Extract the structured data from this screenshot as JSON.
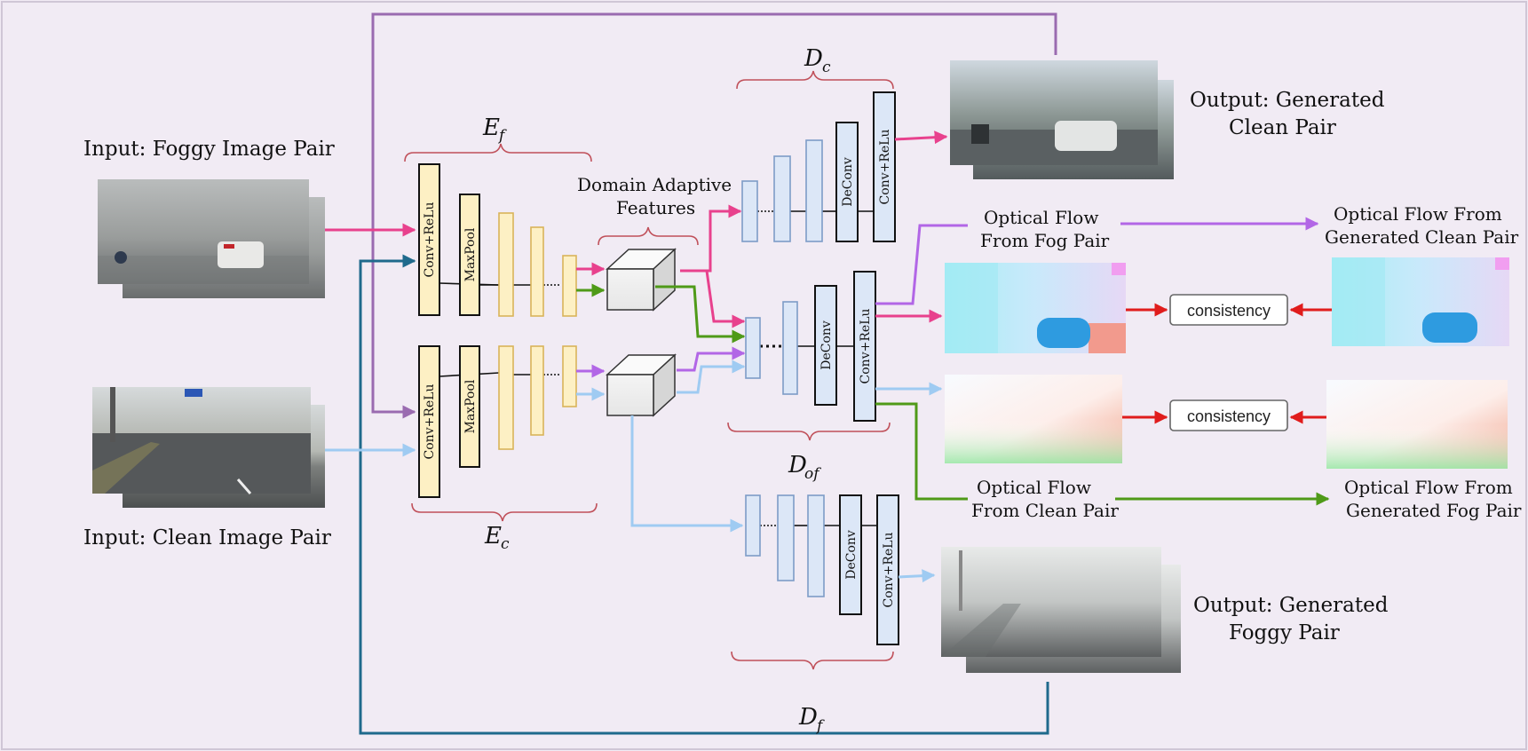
{
  "labels": {
    "input_foggy": "Input: Foggy Image Pair",
    "input_clean": "Input: Clean Image Pair",
    "output_clean_l1": "Output: Generated",
    "output_clean_l2": "Clean Pair",
    "output_foggy_l1": "Output: Generated",
    "output_foggy_l2": "Foggy Pair",
    "domain_l1": "Domain Adaptive",
    "domain_l2": "Features",
    "of_fog_l1": "Optical",
    "of_fog_l1b": "Flow",
    "of_fog_l2": "From Fog Pair",
    "of_clean_l1": "Optical Flow",
    "of_clean_l2": "From Clean Pair",
    "of_gen_clean_l1": "Optical Flow From",
    "of_gen_clean_l2": "Generated Clean Pair",
    "of_gen_fog_l1": "Optical Flow From",
    "of_gen_fog_l2": "Generated Fog Pair",
    "consistency_top": "consistency",
    "consistency_bottom": "consistency"
  },
  "math": {
    "Ef": {
      "base": "E",
      "sub": "f"
    },
    "Ec": {
      "base": "E",
      "sub": "c"
    },
    "Dc": {
      "base": "D",
      "sub": "c"
    },
    "Dof": {
      "base": "D",
      "sub": "of"
    },
    "Df": {
      "base": "D",
      "sub": "f"
    }
  },
  "layers": {
    "conv_relu": "Conv+ReLu",
    "maxpool": "MaxPool",
    "deconv": "DeConv"
  },
  "colors": {
    "background": "#f1ebf4",
    "encoder_fill": "#fdf0c4",
    "encoder_stroke": "#d9b45a",
    "decoder_fill": "#dce7f7",
    "decoder_stroke": "#7d9cc7",
    "brace": "#c0505a",
    "pink": "#e8418d",
    "green": "#4f9a18",
    "violet": "#b266e6",
    "light_blue": "#9fcbf2",
    "purple_loop": "#9a6bb0",
    "teal_loop": "#1f6a8c",
    "red": "#e01c1c"
  }
}
